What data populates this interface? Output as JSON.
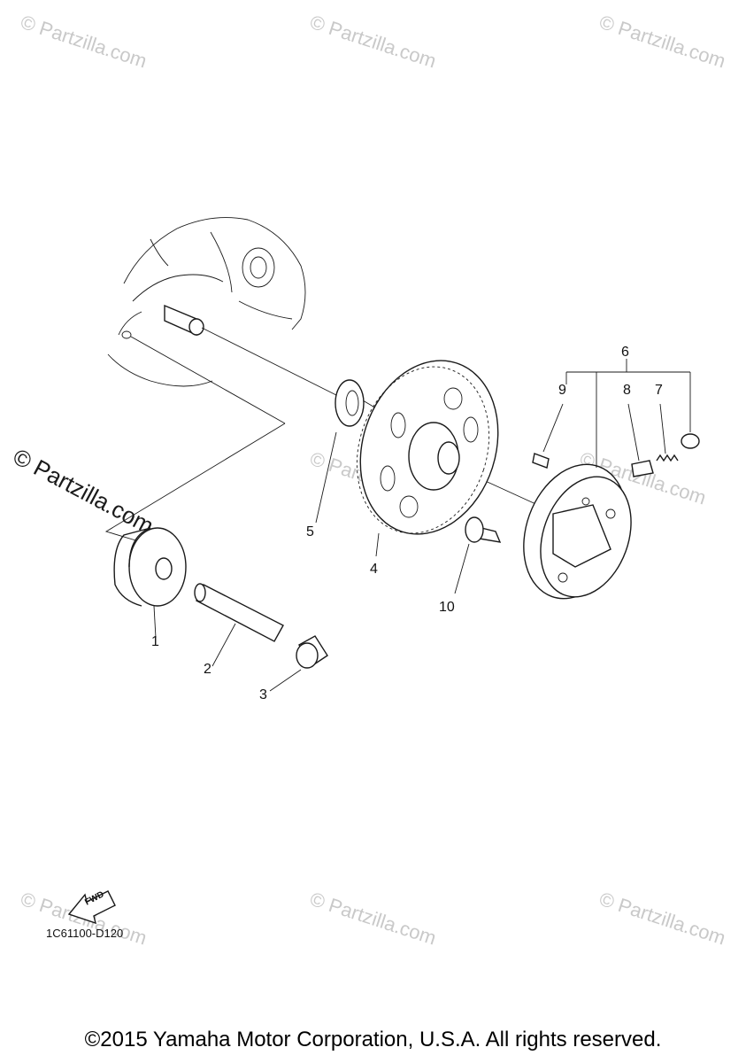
{
  "watermarks": {
    "text": "© Partzilla.com",
    "featured_text": "© Partzilla.com"
  },
  "callouts": [
    "1",
    "2",
    "3",
    "4",
    "5",
    "6",
    "7",
    "8",
    "9",
    "10"
  ],
  "fwd_label": "FWD",
  "diagram_code": "1C61100-D120",
  "copyright": "©2015 Yamaha Motor Corporation, U.S.A. All rights reserved."
}
